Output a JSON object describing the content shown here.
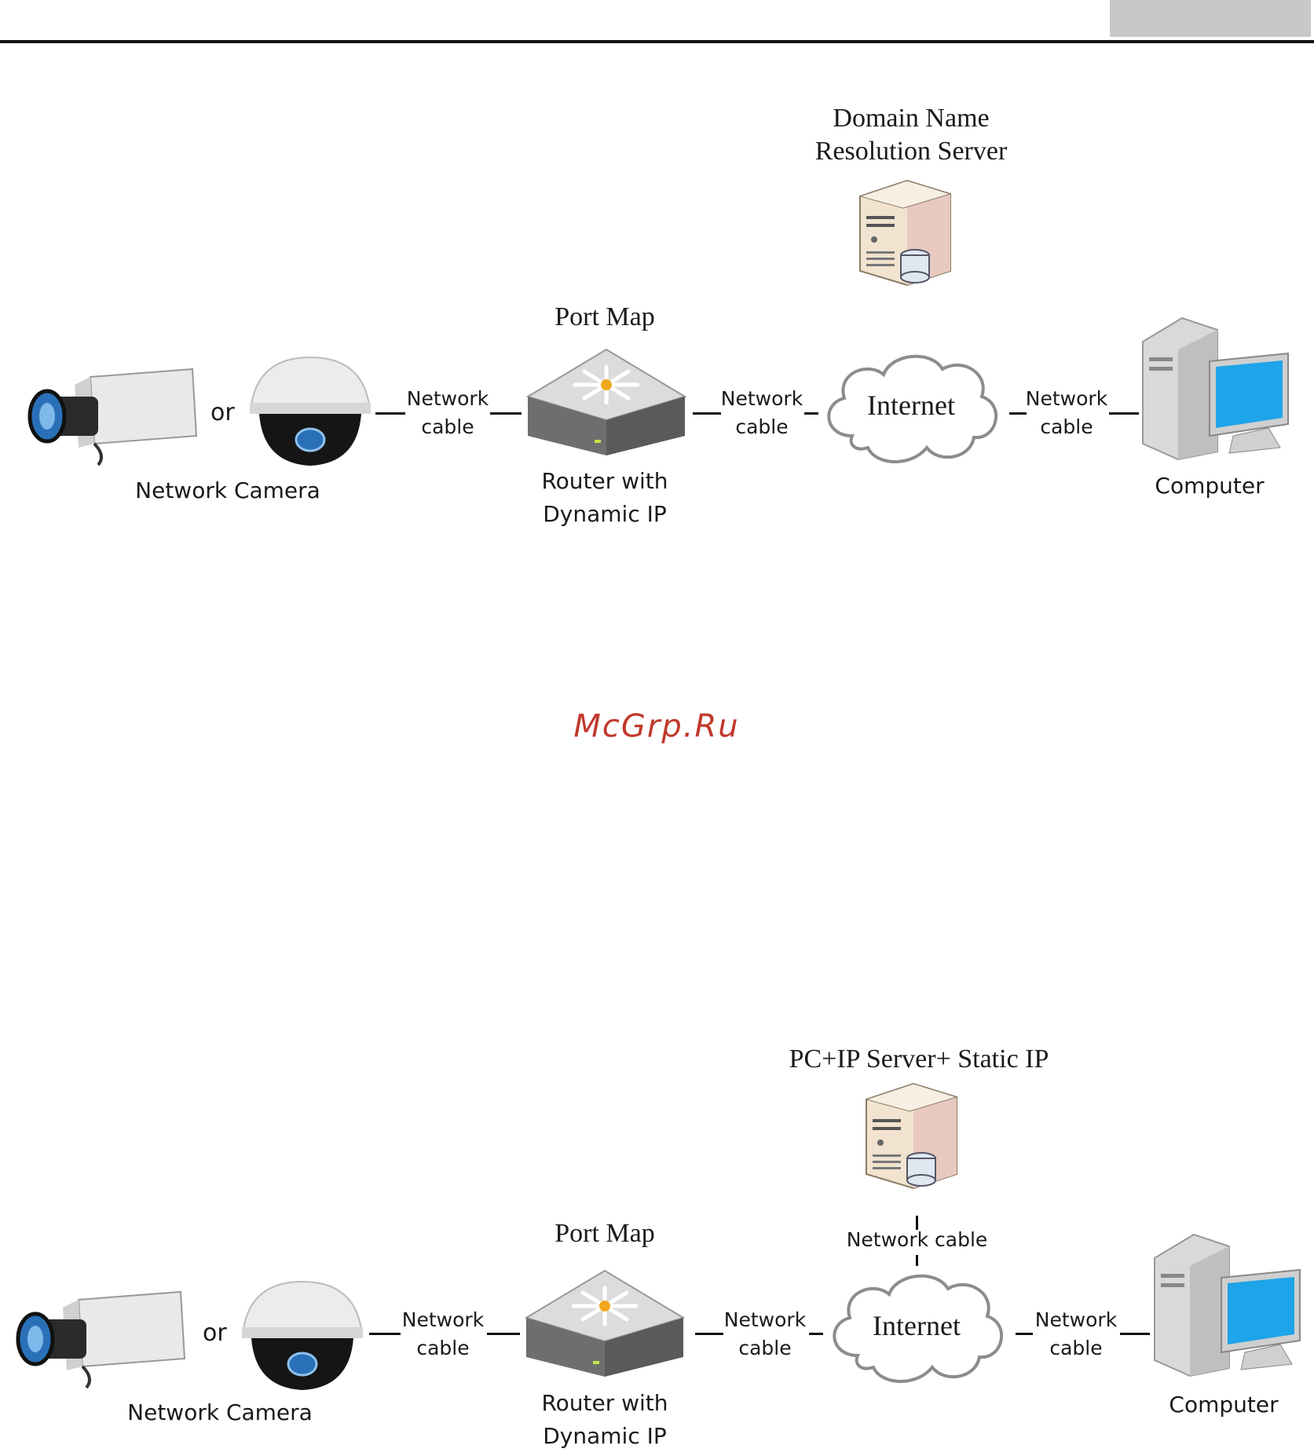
{
  "diagram_top": {
    "server_label_line1": "Domain Name",
    "server_label_line2": "Resolution Server",
    "router_top_label": "Port Map",
    "router_bottom_line1": "Router  with",
    "router_bottom_line2": "Dynamic IP",
    "camera_or": "or",
    "camera_label": "Network Camera",
    "internet_label": "Internet",
    "computer_label": "Computer",
    "cable1_line1": "Network",
    "cable1_line2": "cable",
    "cable2_line1": "Network",
    "cable2_line2": "cable",
    "cable3_line1": "Network",
    "cable3_line2": "cable"
  },
  "watermark": "McGrp.Ru",
  "diagram_bottom": {
    "server_label": "PC+IP Server+ Static IP",
    "server_cable_label": "Network cable",
    "router_top_label": "Port Map",
    "router_bottom_line1": "Router  with",
    "router_bottom_line2": "Dynamic IP",
    "camera_or": "or",
    "camera_label": "Network Camera",
    "internet_label": "Internet",
    "computer_label": "Computer",
    "cable1_line1": "Network",
    "cable1_line2": "cable",
    "cable2_line1": "Network",
    "cable2_line2": "cable",
    "cable3_line1": "Network",
    "cable3_line2": "cable"
  }
}
